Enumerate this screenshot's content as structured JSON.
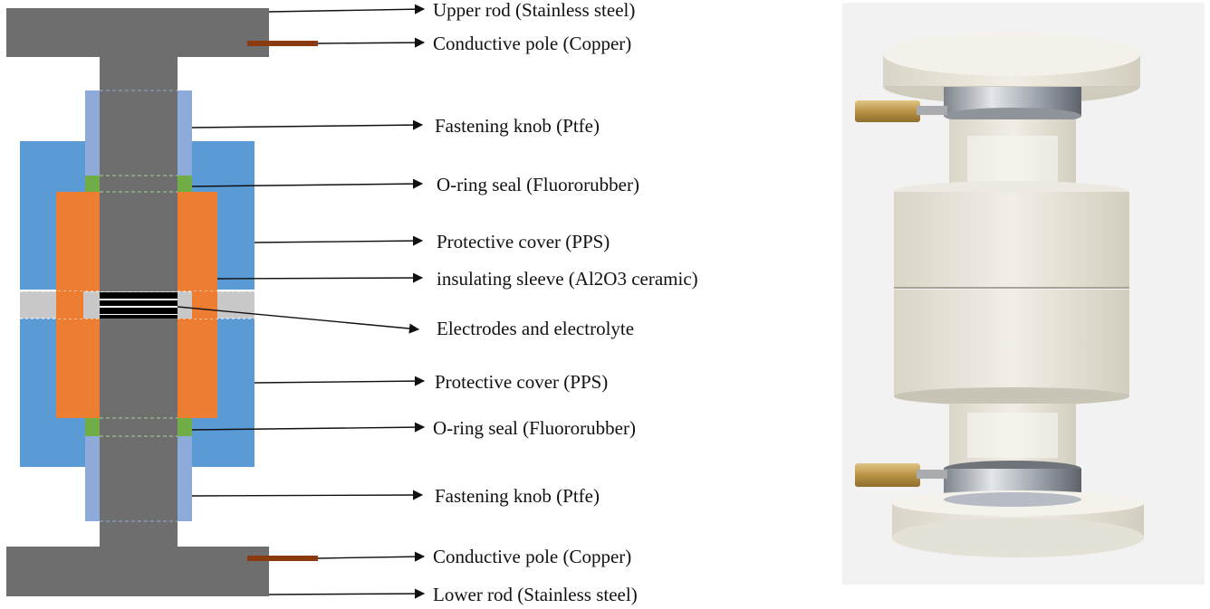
{
  "labels": {
    "upper_rod": "Upper rod (Stainless steel)",
    "conductive_pole_top": "Conductive pole (Copper)",
    "fastening_knob_top": "Fastening knob (Ptfe)",
    "oring_top": "O-ring seal (Fluororubber)",
    "protective_cover_top": "Protective cover (PPS)",
    "insulating_sleeve": "insulating sleeve (Al2O3 ceramic)",
    "electrodes": "Electrodes and electrolyte",
    "protective_cover_bottom": "Protective cover (PPS)",
    "oring_bottom": "O-ring seal (Fluororubber)",
    "fastening_knob_bottom": "Fastening knob (Ptfe)",
    "conductive_pole_bottom": "Conductive pole (Copper)",
    "lower_rod": "Lower rod (Stainless steel)"
  },
  "colors": {
    "stainless_steel": "#6e6e6e",
    "copper": "#8b3a10",
    "ptfe_knob": "#8eaadb",
    "pps_cover": "#5b9bd5",
    "ceramic_sleeve": "#ed7d31",
    "fluororubber": "#70ad47",
    "spacer": "#c8c8c8",
    "electrode": "#000000"
  },
  "photo": {
    "icon": "cell-photo-icon",
    "background": "#f2f2f2",
    "ceramic": "#e9e6dc",
    "metal": "#b7bcc4",
    "brass": "#c2a15a"
  }
}
